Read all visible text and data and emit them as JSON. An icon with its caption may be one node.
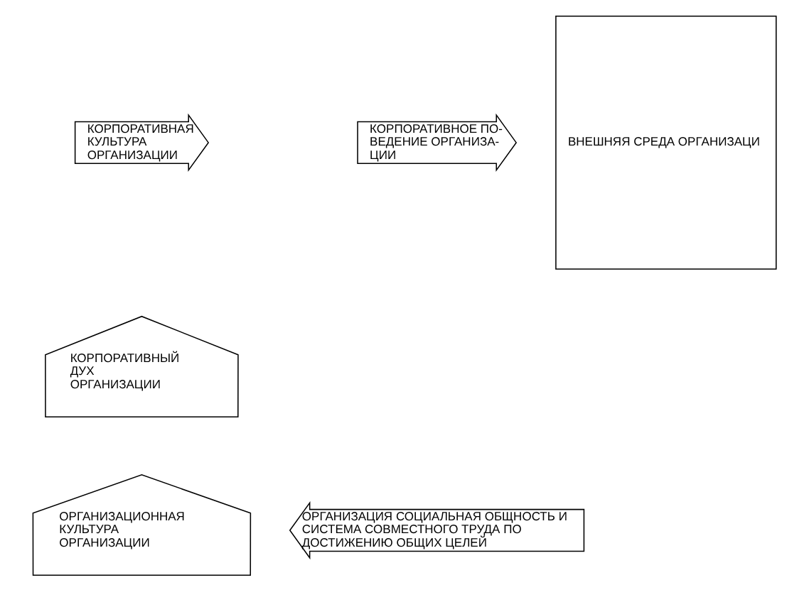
{
  "diagram": {
    "nodes": [
      {
        "text": [
          "КОРПОРАТИВНАЯ КУЛЬТУРА ОРГАНИЗАЦИИ"
        ]
      },
      {
        "text": [
          "КОРПОРАТИВНОЕ ПО- ВЕДЕНИЕ ОРГАНИЗА- ЦИИ"
        ]
      },
      {
        "text": [
          "ВНЕШНЯЯ СРЕДА ОРГАНИЗАЦИ"
        ]
      },
      {
        "text": [
          "КОРПОРАТИВНЫЙ ДУХ ОРГАНИЗАЦИИ"
        ]
      },
      {
        "text": [
          "ОРГАНИЗАЦИОННАЯ КУЛЬТУРА ОРГАНИЗАЦИИ"
        ]
      },
      {
        "text": [
          "ОРГАНИЗАЦИЯ СОЦИАЛЬНАЯ ОБЩНОСТЬ И СИСТЕМА СОВМЕСТНОГО ТРУДА ПО ДОСТИЖЕНИЮ ОБЩИХ ЦЕЛЕЙ"
        ]
      }
    ]
  }
}
